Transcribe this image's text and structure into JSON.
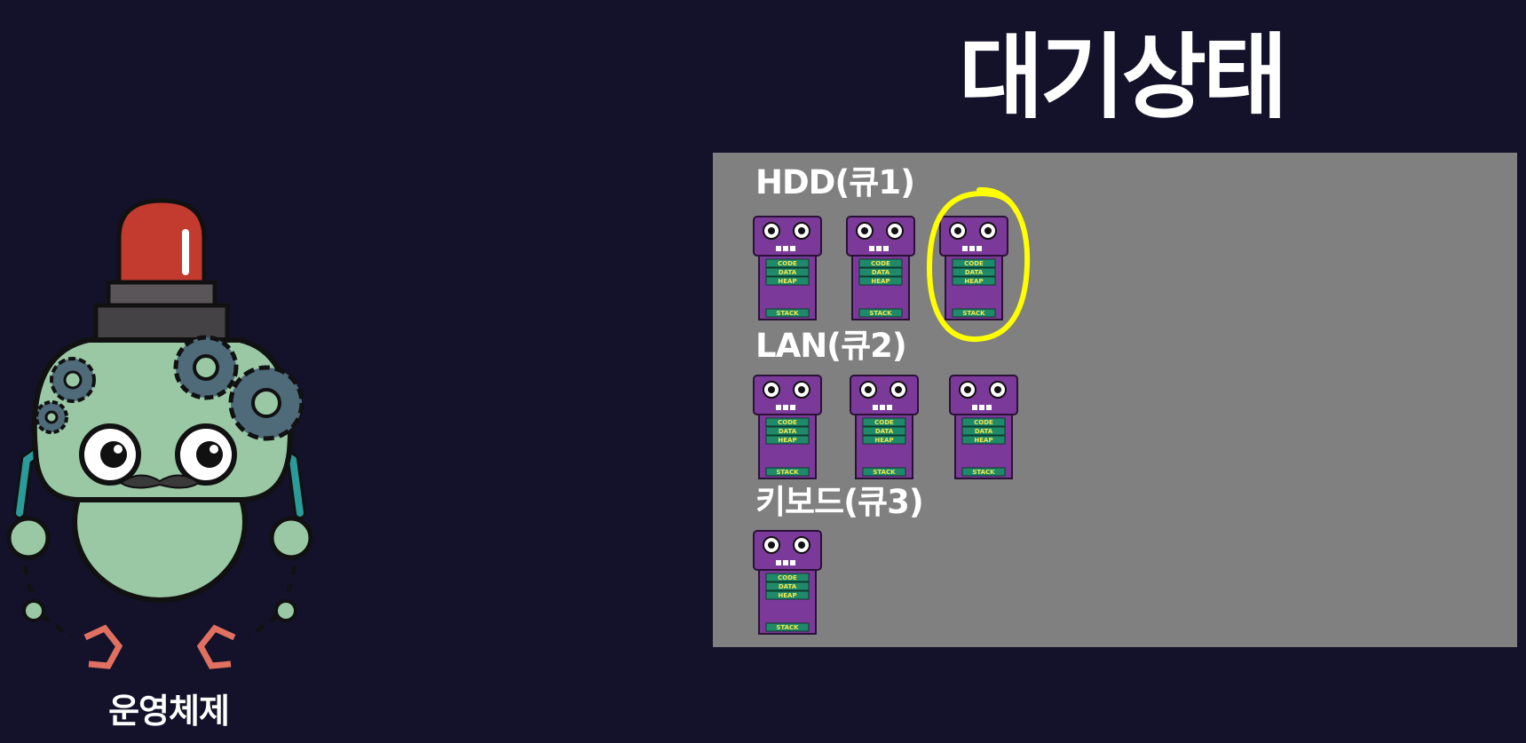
{
  "title": "대기상태",
  "os": {
    "label": "운영체제",
    "icon": "robot-os-icon"
  },
  "process_segments": {
    "code": "CODE",
    "data": "DATA",
    "heap": "HEAP",
    "stack": "STACK"
  },
  "queues": [
    {
      "label": "HDD(큐1)",
      "process_count": 3,
      "highlighted_index": 2
    },
    {
      "label": "LAN(큐2)",
      "process_count": 3
    },
    {
      "label": "키보드(큐3)",
      "process_count": 1
    }
  ],
  "colors": {
    "background": "#13122a",
    "panel": "#808080",
    "process_body": "#7b3a99",
    "segment": "#1f8a6a",
    "segment_text": "#f2e94e",
    "highlight": "#ffff00"
  }
}
